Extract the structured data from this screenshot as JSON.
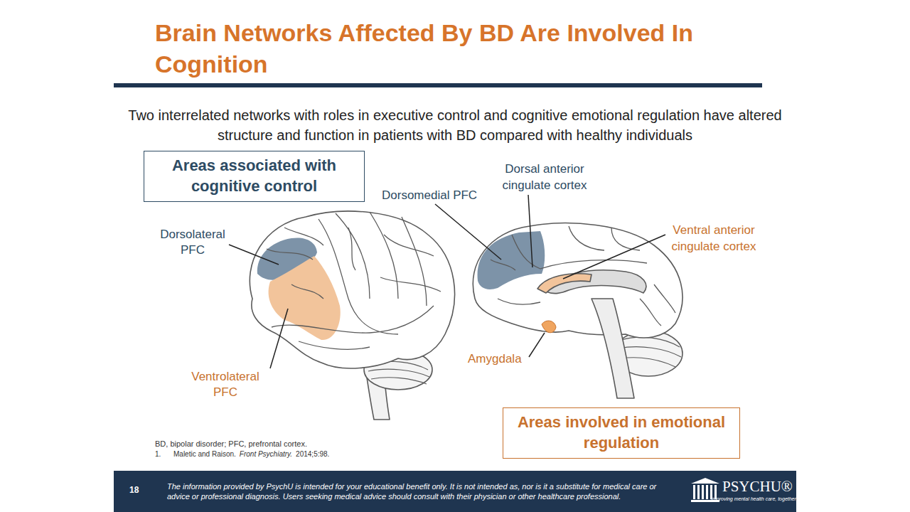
{
  "diagram": {
    "title": "Brain Networks Affected By BD Are Involved In Cognition",
    "caption": "Two interrelated networks with roles in executive control and cognitive emotional regulation have altered structure and function in patients with BD compared with healthy individuals",
    "nodes": [
      {
        "text": [
          "Areas associated with cognitive control"
        ]
      },
      {
        "text": [
          "Areas involved in emotional regulation"
        ]
      }
    ],
    "labels": [
      "Dorsal anterior cingulate cortex",
      "Dorsomedial PFC",
      "Ventral anterior cingulate cortex",
      "Dorsolateral PFC",
      "Ventrolateral PFC",
      "Amygdala",
      "BD, bipolar disorder; PFC, prefrontal cortex.",
      "1.",
      "Maletic and Raison.",
      "Front Psychiatry.",
      "2014;5:98.",
      "18",
      "The information provided by PsychU is intended for your educational benefit only. It is not intended as, nor is it a substitute for medical care or advice or professional diagnosis. Users seeking medical advice should consult with their physician or other healthcare professional.",
      "PSYCHU®",
      "Improving mental health care, together"
    ]
  }
}
